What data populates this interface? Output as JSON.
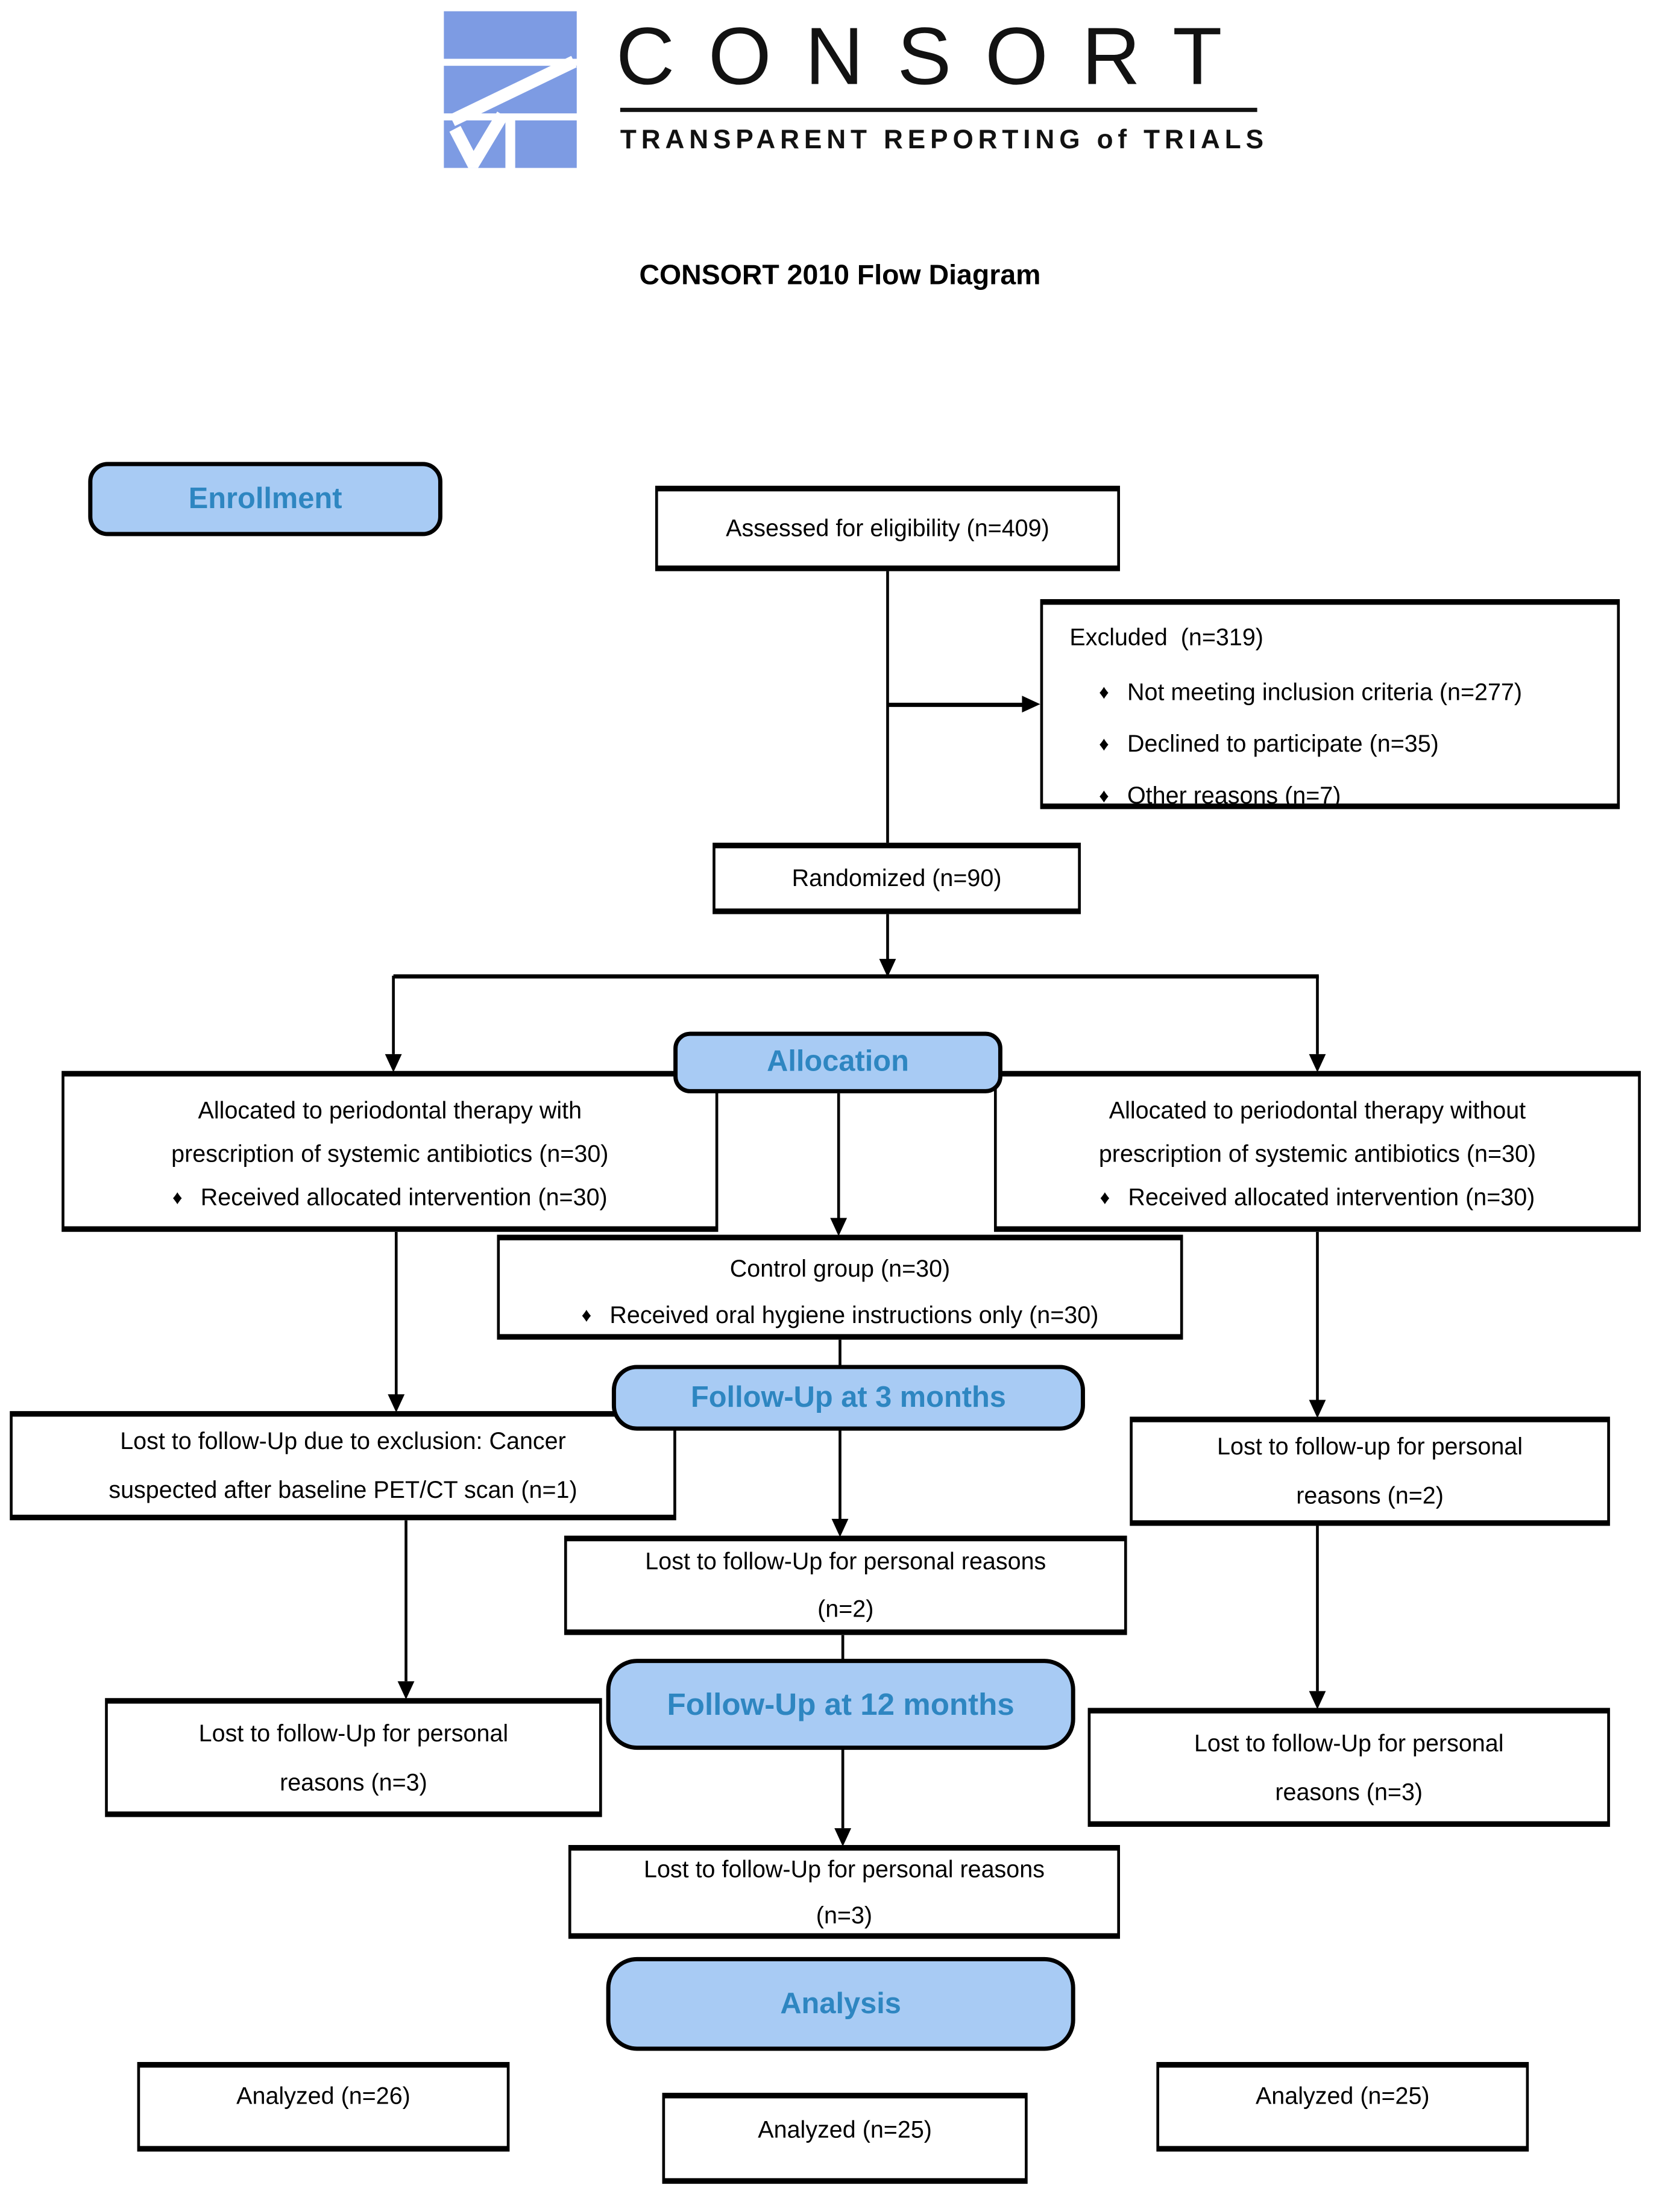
{
  "logo": {
    "wordmark": "CONSORT",
    "tagline": "TRANSPARENT REPORTING of TRIALS"
  },
  "title": "CONSORT 2010 Flow Diagram",
  "glyphs": {
    "bullet": "♦"
  },
  "colors": {
    "banner_fill": "#A8CBF4",
    "banner_text": "#2E86C1",
    "logo_blue": "#7D9BE3",
    "line_color": "#000000"
  },
  "banners": {
    "enrollment": "Enrollment",
    "allocation": "Allocation",
    "followup3": "Follow-Up at 3 months",
    "followup12": "Follow-Up at 12 months",
    "analysis": "Analysis"
  },
  "boxes": {
    "assessed": "Assessed for eligibility (n=409)",
    "excluded_title": "Excluded  (n=319)",
    "excluded_items": [
      "Not meeting inclusion criteria (n=277)",
      "Declined to participate (n=35)",
      "Other reasons (n=7)"
    ],
    "randomized": "Randomized (n=90)",
    "alloc_left_line1": "Allocated to periodontal therapy with",
    "alloc_left_line2": "prescription of systemic antibiotics (n=30)",
    "alloc_left_bullet": "Received allocated intervention (n=30)",
    "alloc_right_line1": "Allocated to periodontal therapy without",
    "alloc_right_line2": "prescription of systemic antibiotics (n=30)",
    "alloc_right_bullet": "Received allocated intervention (n=30)",
    "control_line1": "Control group (n=30)",
    "control_bullet": "Received oral hygiene instructions only (n=30)",
    "fu3_left_line1": "Lost to follow-Up due to exclusion: Cancer",
    "fu3_left_line2": "suspected after baseline PET/CT scan (n=1)",
    "fu3_mid_line1": "Lost to follow-Up for personal reasons",
    "fu3_mid_line2": "(n=2)",
    "fu3_right_line1": "Lost to follow-up for personal",
    "fu3_right_line2": "reasons (n=2)",
    "fu12_left_line1": "Lost to follow-Up for personal",
    "fu12_left_line2": "reasons (n=3)",
    "fu12_mid_line1": "Lost to follow-Up for personal reasons",
    "fu12_mid_line2": "(n=3)",
    "fu12_right_line1": "Lost to follow-Up for personal",
    "fu12_right_line2": "reasons (n=3)",
    "analyzed_left": "Analyzed (n=26)",
    "analyzed_mid": "Analyzed (n=25)",
    "analyzed_right": "Analyzed (n=25)"
  }
}
